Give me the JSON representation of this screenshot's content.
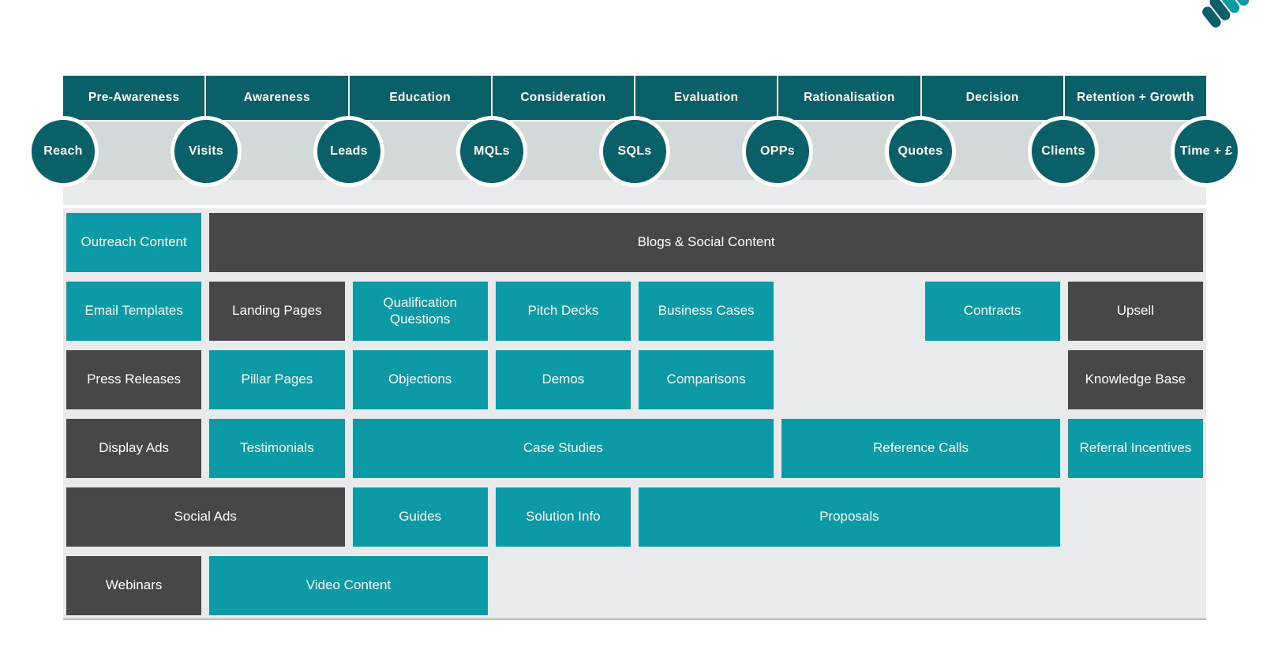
{
  "brand": {
    "logo_icon": "handshake-icon",
    "teal_dark": "#0a6068",
    "teal": "#0c9aa7",
    "dark_gray": "#474747",
    "band_gray": "#d3d8d9",
    "panel_gray": "#e8eaeb"
  },
  "stages": [
    {
      "label": "Pre-Awareness"
    },
    {
      "label": "Awareness"
    },
    {
      "label": "Education"
    },
    {
      "label": "Consideration"
    },
    {
      "label": "Evaluation"
    },
    {
      "label": "Rationalisation"
    },
    {
      "label": "Decision"
    },
    {
      "label": "Retention + Growth"
    }
  ],
  "metrics": [
    {
      "label": "Reach"
    },
    {
      "label": "Visits"
    },
    {
      "label": "Leads"
    },
    {
      "label": "MQLs"
    },
    {
      "label": "SQLs"
    },
    {
      "label": "OPPs"
    },
    {
      "label": "Quotes"
    },
    {
      "label": "Clients"
    },
    {
      "label": "Time + £"
    }
  ],
  "assets": [
    {
      "label": "Outreach Content",
      "style": "teal",
      "row": 1,
      "col": 1,
      "span": 1
    },
    {
      "label": "Blogs & Social Content",
      "style": "dark",
      "row": 1,
      "col": 2,
      "span": 7
    },
    {
      "label": "Email Templates",
      "style": "teal",
      "row": 2,
      "col": 1,
      "span": 1
    },
    {
      "label": "Landing Pages",
      "style": "dark",
      "row": 2,
      "col": 2,
      "span": 1
    },
    {
      "label": "Qualification Questions",
      "style": "teal",
      "row": 2,
      "col": 3,
      "span": 1
    },
    {
      "label": "Pitch Decks",
      "style": "teal",
      "row": 2,
      "col": 4,
      "span": 1
    },
    {
      "label": "Business Cases",
      "style": "teal",
      "row": 2,
      "col": 5,
      "span": 1
    },
    {
      "label": "",
      "style": "empty",
      "row": 2,
      "col": 6,
      "span": 1
    },
    {
      "label": "Contracts",
      "style": "teal",
      "row": 2,
      "col": 7,
      "span": 1
    },
    {
      "label": "Upsell",
      "style": "dark",
      "row": 2,
      "col": 8,
      "span": 1
    },
    {
      "label": "Press Releases",
      "style": "dark",
      "row": 3,
      "col": 1,
      "span": 1
    },
    {
      "label": "Pillar Pages",
      "style": "teal",
      "row": 3,
      "col": 2,
      "span": 1
    },
    {
      "label": "Objections",
      "style": "teal",
      "row": 3,
      "col": 3,
      "span": 1
    },
    {
      "label": "Demos",
      "style": "teal",
      "row": 3,
      "col": 4,
      "span": 1
    },
    {
      "label": "Comparisons",
      "style": "teal",
      "row": 3,
      "col": 5,
      "span": 1
    },
    {
      "label": "",
      "style": "empty",
      "row": 3,
      "col": 6,
      "span": 2
    },
    {
      "label": "Knowledge Base",
      "style": "dark",
      "row": 3,
      "col": 8,
      "span": 1
    },
    {
      "label": "Display Ads",
      "style": "dark",
      "row": 4,
      "col": 1,
      "span": 1
    },
    {
      "label": "Testimonials",
      "style": "teal",
      "row": 4,
      "col": 2,
      "span": 1
    },
    {
      "label": "Case Studies",
      "style": "teal",
      "row": 4,
      "col": 3,
      "span": 3
    },
    {
      "label": "Reference Calls",
      "style": "teal",
      "row": 4,
      "col": 6,
      "span": 2
    },
    {
      "label": "Referral Incentives",
      "style": "teal",
      "row": 4,
      "col": 8,
      "span": 1
    },
    {
      "label": "Social Ads",
      "style": "dark",
      "row": 5,
      "col": 1,
      "span": 2
    },
    {
      "label": "Guides",
      "style": "teal",
      "row": 5,
      "col": 3,
      "span": 1
    },
    {
      "label": "Solution Info",
      "style": "teal",
      "row": 5,
      "col": 4,
      "span": 1
    },
    {
      "label": "Proposals",
      "style": "teal",
      "row": 5,
      "col": 5,
      "span": 3
    },
    {
      "label": "",
      "style": "empty",
      "row": 5,
      "col": 8,
      "span": 1
    },
    {
      "label": "Webinars",
      "style": "dark",
      "row": 6,
      "col": 1,
      "span": 1
    },
    {
      "label": "Video Content",
      "style": "teal",
      "row": 6,
      "col": 2,
      "span": 2
    },
    {
      "label": "",
      "style": "empty",
      "row": 6,
      "col": 4,
      "span": 5
    }
  ]
}
